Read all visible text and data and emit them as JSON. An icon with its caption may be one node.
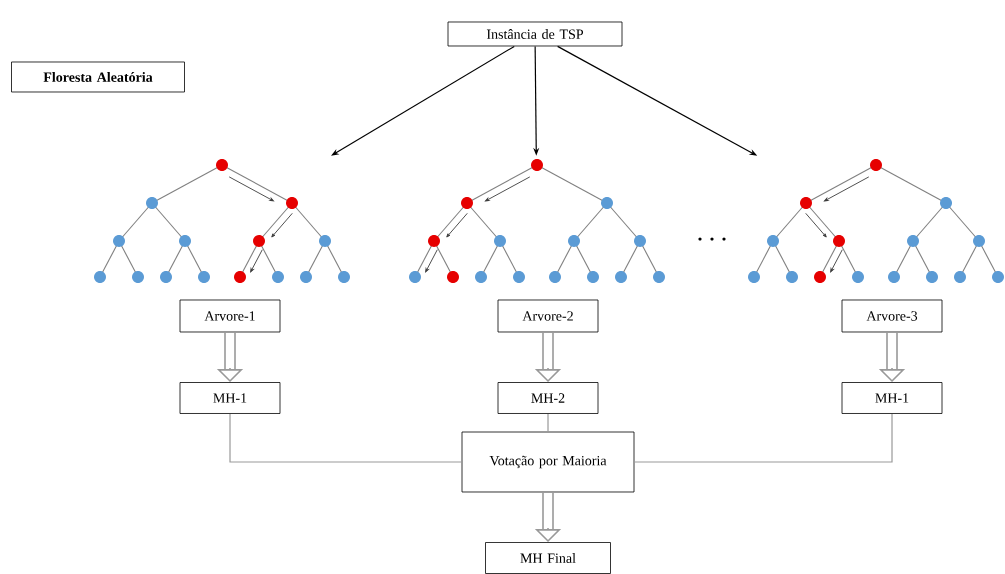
{
  "diagram": {
    "nodes": [
      {
        "text": [
          "Instância de TSP"
        ]
      },
      {
        "text": [
          "Floresta Aleatória"
        ]
      },
      {
        "text": [],
        "shape": "picture"
      },
      {
        "text": [],
        "shape": "picture"
      },
      {
        "text": [],
        "shape": "picture"
      },
      {
        "text": [
          "Arvore-1"
        ]
      },
      {
        "text": [
          "Arvore-2"
        ]
      },
      {
        "text": [
          "Arvore-3"
        ]
      },
      {
        "text": [
          "MH-1"
        ]
      },
      {
        "text": [
          "MH-2"
        ]
      },
      {
        "text": [
          "MH-1"
        ]
      },
      {
        "text": [
          "Votação por Maioria"
        ]
      },
      {
        "text": [
          "MH Final"
        ]
      }
    ],
    "edges": [
      {
        "from": 0,
        "to": 2,
        "arrow": "to",
        "color": "#000000"
      },
      {
        "from": 0,
        "to": 3,
        "arrow": "to",
        "color": "#000000"
      },
      {
        "from": 0,
        "to": 4,
        "arrow": "to",
        "color": "#000000"
      },
      {
        "from": 5,
        "to": 8,
        "arrow": "to"
      },
      {
        "from": 6,
        "to": 9,
        "arrow": "to"
      },
      {
        "from": 7,
        "to": 10,
        "arrow": "to"
      },
      {
        "from": 8,
        "to": 11,
        "arrow": "none"
      },
      {
        "from": 9,
        "to": 11,
        "arrow": "none"
      },
      {
        "from": 10,
        "to": 11,
        "arrow": "none"
      },
      {
        "from": 11,
        "to": 12,
        "arrow": "to"
      }
    ]
  }
}
